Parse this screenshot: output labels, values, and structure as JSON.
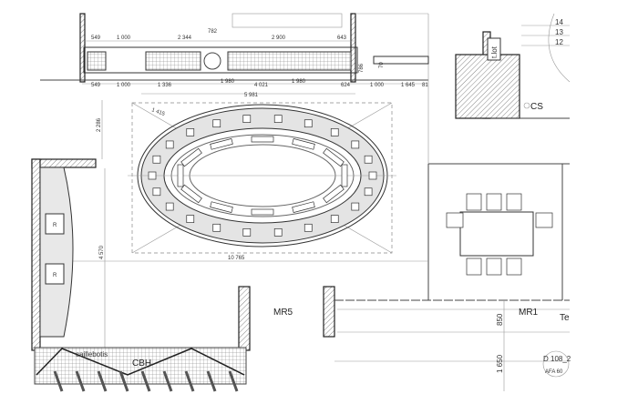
{
  "drawing": {
    "top_dimensions": [
      "549",
      "1 000",
      "2 344",
      "782",
      "2 900",
      "643"
    ],
    "bottom_dimensions": [
      "549",
      "1 000",
      "1 336",
      "1 980",
      "4 021",
      "1 980",
      "624",
      "1 000",
      "1 645",
      "81"
    ],
    "overall_width": "5 981",
    "vertical_dimensions": [
      "2 286",
      "4 570",
      "786",
      "70"
    ],
    "room_width": "10 765",
    "diagonal_dimension": "1 415",
    "rooms": {
      "mr5": "MR5",
      "mr1": "MR1",
      "te": "Te",
      "cs": "CS",
      "tlot": "t.lot"
    },
    "stair_steps": [
      "14",
      "13",
      "12"
    ],
    "sections": [
      "850",
      "1 650"
    ],
    "door_tag": {
      "code": "D 108_2",
      "rating": "AFA 60"
    },
    "terrace": {
      "material": "caillebotis",
      "code": "CBH"
    },
    "radiators": [
      "R",
      "R"
    ]
  }
}
